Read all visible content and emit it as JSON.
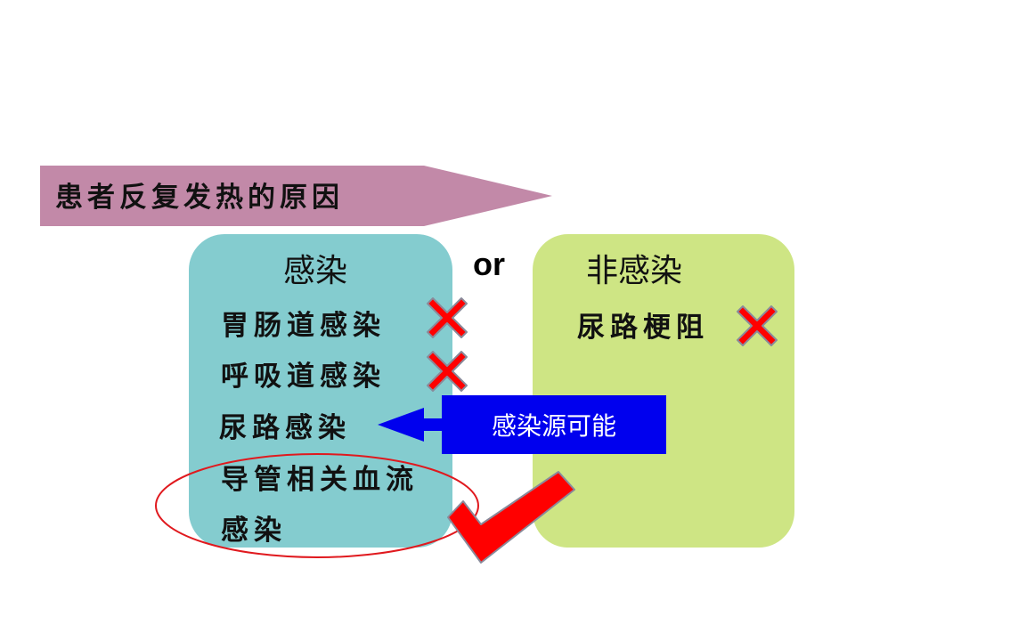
{
  "banner": {
    "title": "患者反复发热的原因",
    "color": "#c289a8"
  },
  "infection": {
    "title": "感染",
    "color": "#84cccf",
    "items": [
      {
        "label": "胃肠道感染",
        "mark": "x-icon"
      },
      {
        "label": "呼吸道感染",
        "mark": "x-icon"
      },
      {
        "label": "尿路感染",
        "mark": "arrow-icon"
      },
      {
        "label_line1": "导管相关血流",
        "label_line2": "感染",
        "mark": "checkmark-icon"
      }
    ]
  },
  "connector": {
    "label": "or"
  },
  "non_infection": {
    "title": "非感染",
    "color": "#cee584",
    "items": [
      {
        "label": "尿路梗阻",
        "mark": "x-icon"
      }
    ]
  },
  "source_callout": {
    "label": "感染源可能",
    "color": "#0000ee"
  },
  "colors": {
    "x_mark": "#ff0000",
    "check_mark": "#ff0000",
    "circle": "#e0191e",
    "arrow": "#0000ee"
  }
}
